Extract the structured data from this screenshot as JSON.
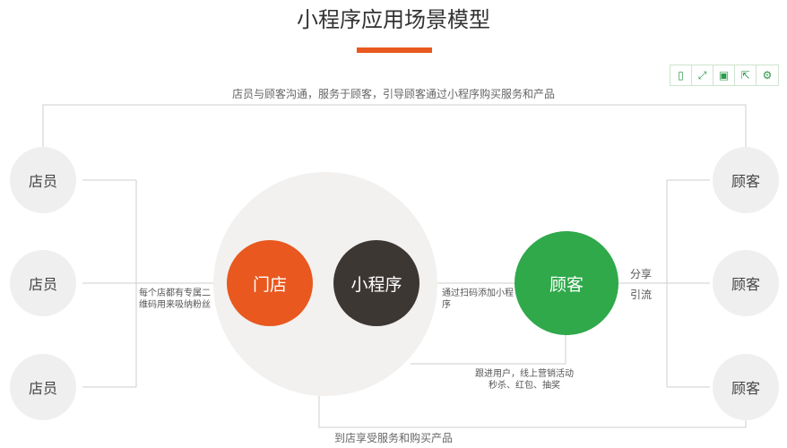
{
  "title": "小程序应用场景模型",
  "toolbar": {
    "icons": [
      "tablet-icon",
      "fullscreen-icon",
      "save-icon",
      "share-icon",
      "settings-icon"
    ],
    "glyphs": [
      "▯",
      "⤢",
      "▣",
      "⇱",
      "⚙"
    ]
  },
  "colors": {
    "accent": "#e8581f",
    "green": "#2fa94a",
    "dark": "#3d3734"
  },
  "top_note": "店员与顾客沟通，服务于顾客，引导顾客通过小程序购买服务和产品",
  "bottom_note": "到店享受服务和购买产品",
  "left_nodes": [
    "店员",
    "店员",
    "店员"
  ],
  "right_nodes": [
    "顾客",
    "顾客",
    "顾客"
  ],
  "center": {
    "store": "门店",
    "miniprogram": "小程序"
  },
  "customer": "顾客",
  "labels": {
    "qrcode_line1": "每个店都有专属二",
    "qrcode_line2": "维码用来吸纳粉丝",
    "scan_line1": "通过扫码添加小程",
    "scan_line2": "序",
    "follow_line1": "跟进用户，线上营销活动",
    "follow_line2": "秒杀、红包、抽奖",
    "share": "分享",
    "drain": "引流"
  }
}
